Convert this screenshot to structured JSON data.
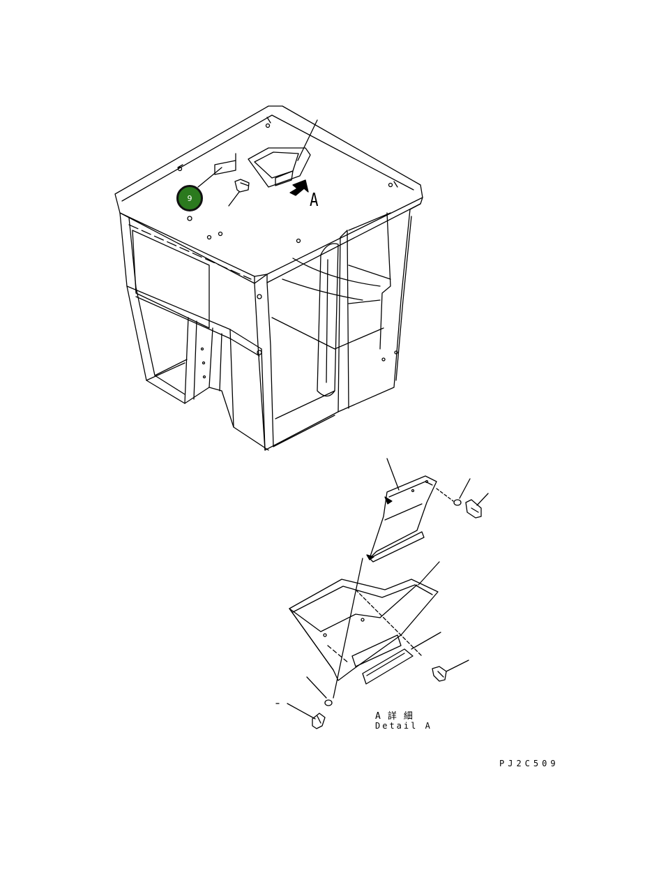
{
  "view_marker": "A",
  "callout": {
    "number": "9"
  },
  "detail": {
    "title_ja": "A詳細",
    "title_en": "Detail A"
  },
  "drawing_number": "PJ2C509",
  "colors": {
    "callout_fill": "#2b7a1e",
    "line": "#000000"
  }
}
